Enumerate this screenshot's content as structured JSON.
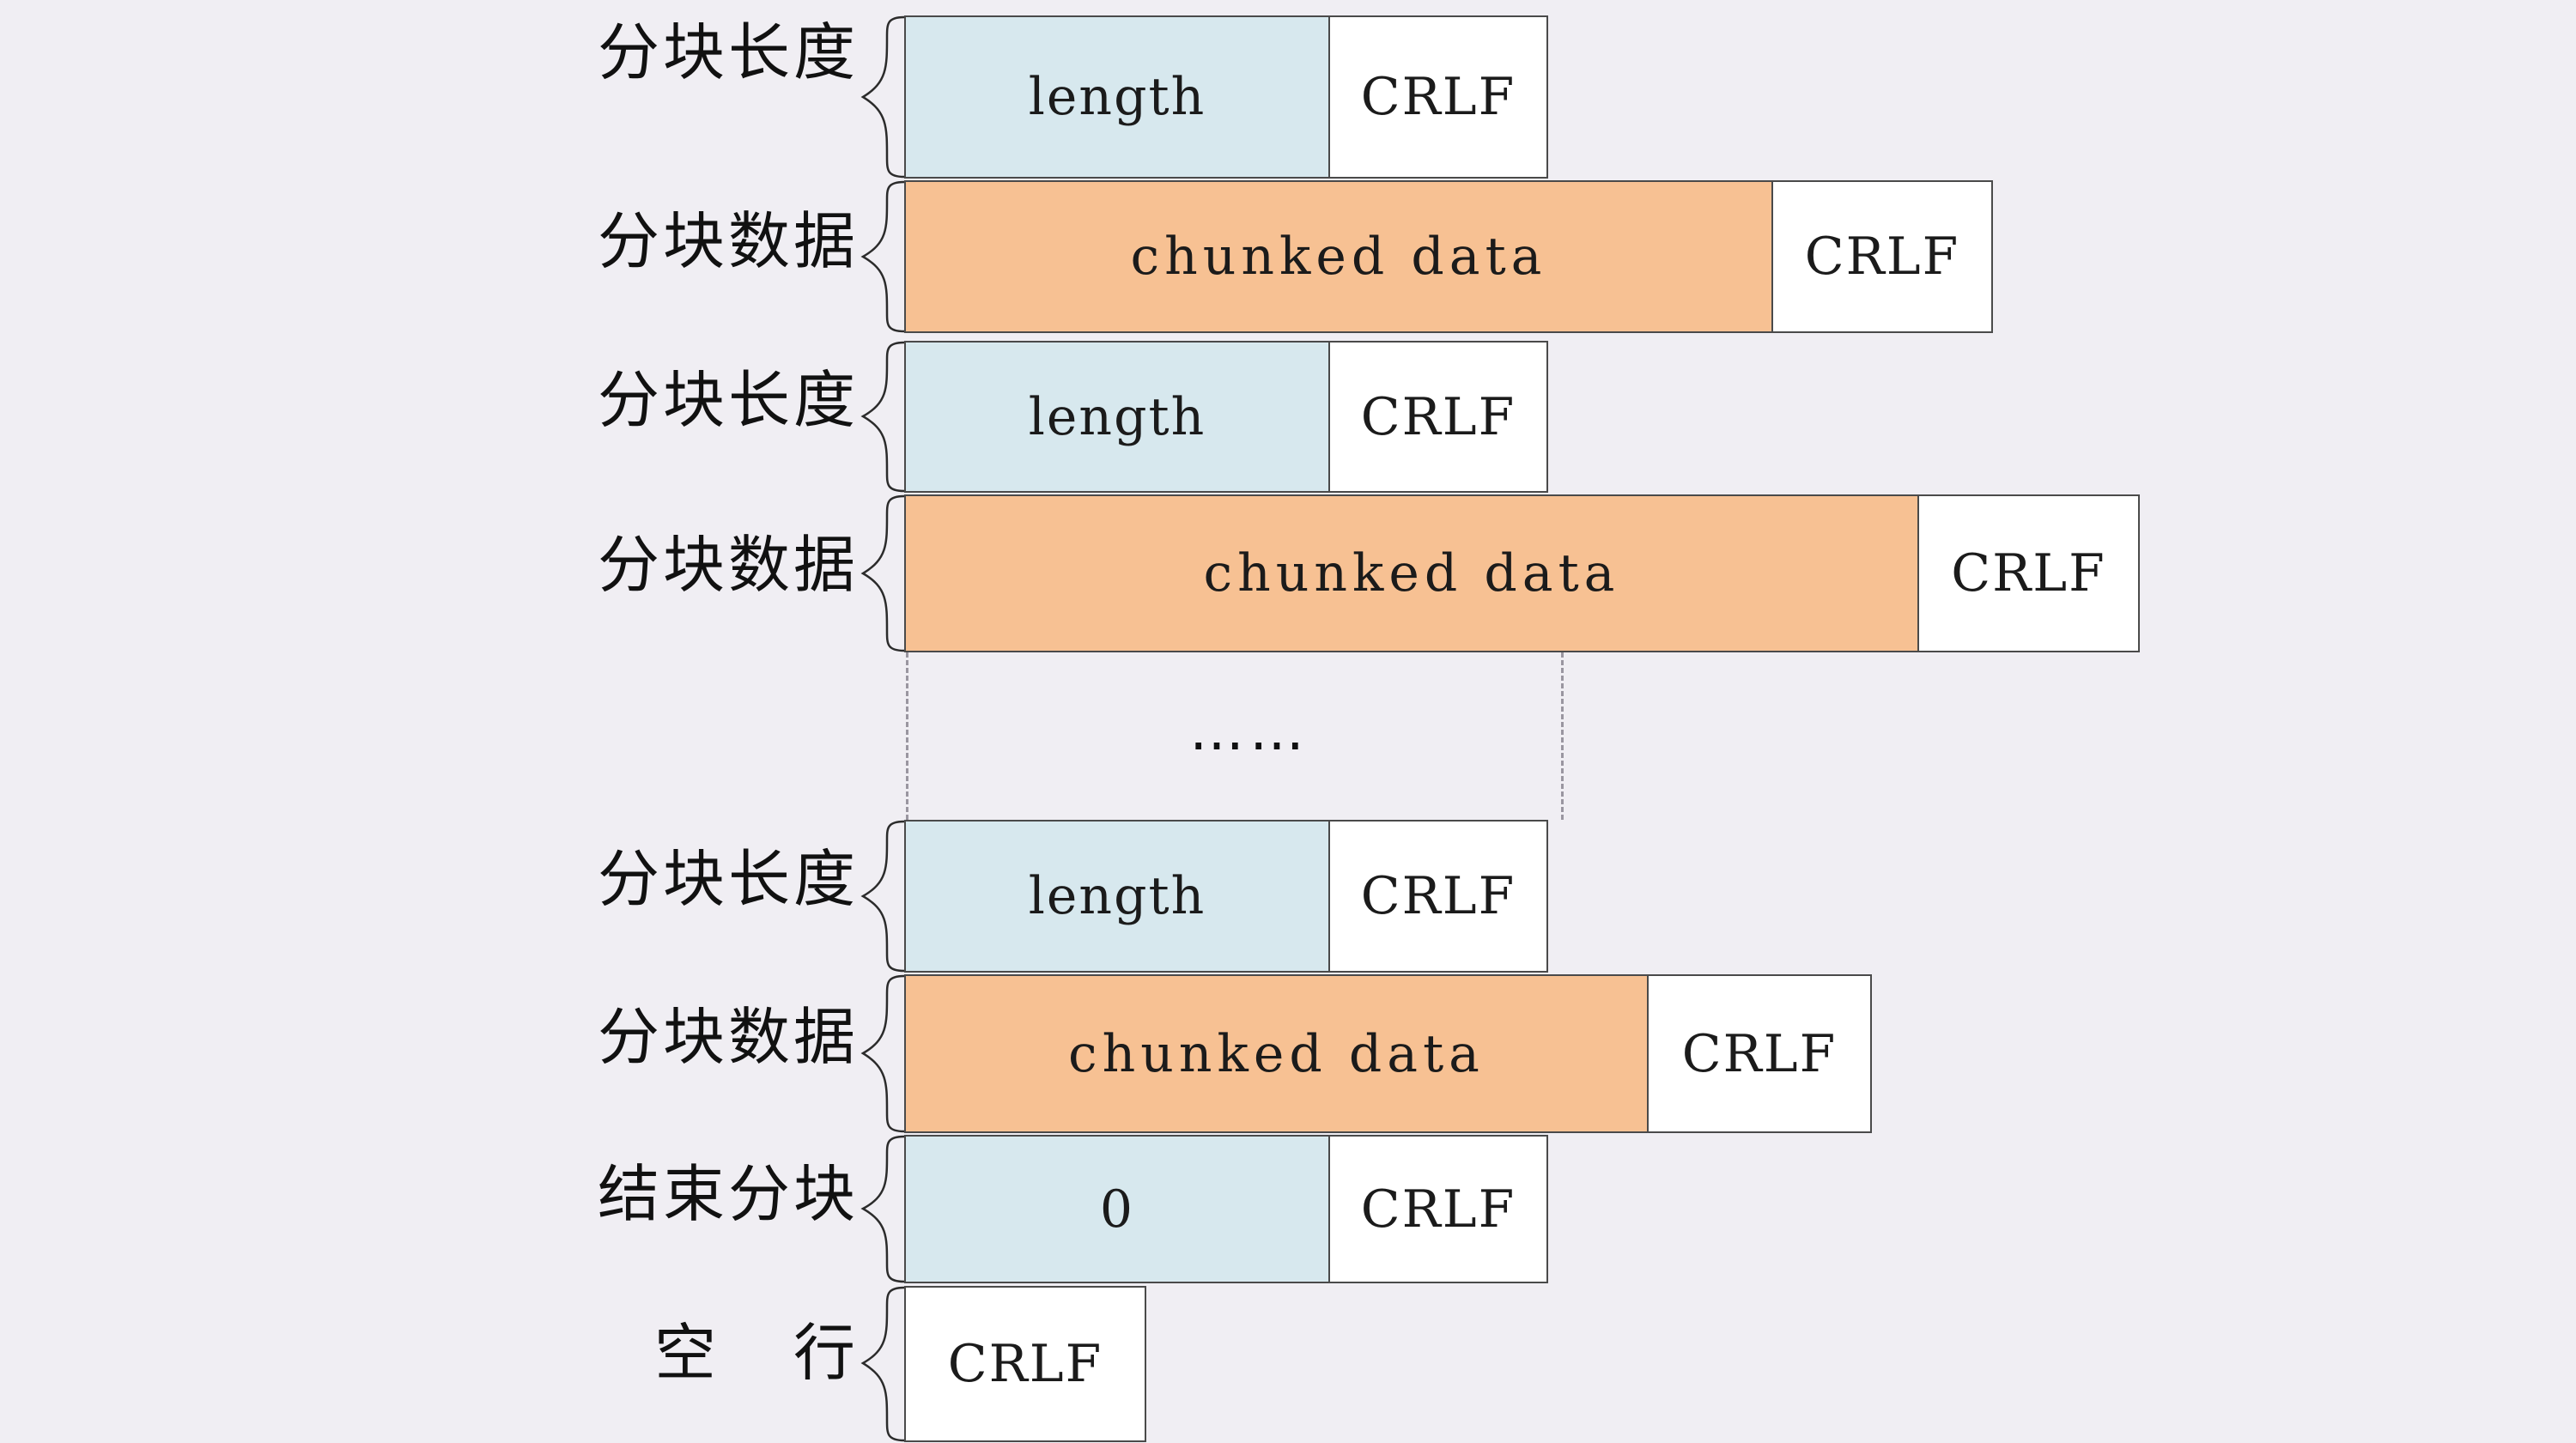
{
  "diagram": {
    "title_text_present": false,
    "background_color": "#f0eef3",
    "colors": {
      "length_fill": "#d7e8ee",
      "data_fill": "#f7c193",
      "crlf_fill": "#ffffff",
      "border": "#4a4a4a",
      "dash": "#9a96a0",
      "text": "#111111"
    },
    "ellipsis": "……",
    "rows": [
      {
        "id": "row-1",
        "label": "分块长度",
        "label_kind": "chunk-length",
        "cells": [
          {
            "kind": "length",
            "text": "length"
          },
          {
            "kind": "crlf",
            "text": "CRLF"
          }
        ]
      },
      {
        "id": "row-2",
        "label": "分块数据",
        "label_kind": "chunk-data",
        "cells": [
          {
            "kind": "data",
            "text": "chunked data"
          },
          {
            "kind": "crlf",
            "text": "CRLF"
          }
        ]
      },
      {
        "id": "row-3",
        "label": "分块长度",
        "label_kind": "chunk-length",
        "cells": [
          {
            "kind": "length",
            "text": "length"
          },
          {
            "kind": "crlf",
            "text": "CRLF"
          }
        ]
      },
      {
        "id": "row-4",
        "label": "分块数据",
        "label_kind": "chunk-data",
        "cells": [
          {
            "kind": "data",
            "text": "chunked data"
          },
          {
            "kind": "crlf",
            "text": "CRLF"
          }
        ]
      },
      {
        "id": "row-5",
        "label": "分块长度",
        "label_kind": "chunk-length",
        "cells": [
          {
            "kind": "length",
            "text": "length"
          },
          {
            "kind": "crlf",
            "text": "CRLF"
          }
        ]
      },
      {
        "id": "row-6",
        "label": "分块数据",
        "label_kind": "chunk-data",
        "cells": [
          {
            "kind": "data",
            "text": "chunked data"
          },
          {
            "kind": "crlf",
            "text": "CRLF"
          }
        ]
      },
      {
        "id": "row-7",
        "label": "结束分块",
        "label_kind": "last-chunk",
        "cells": [
          {
            "kind": "length",
            "text": "0"
          },
          {
            "kind": "crlf",
            "text": "CRLF"
          }
        ]
      },
      {
        "id": "row-8",
        "label_part_1": "空",
        "label_part_2": "行",
        "label_kind": "blank-line",
        "cells": [
          {
            "kind": "crlf",
            "text": "CRLF"
          }
        ]
      }
    ]
  }
}
